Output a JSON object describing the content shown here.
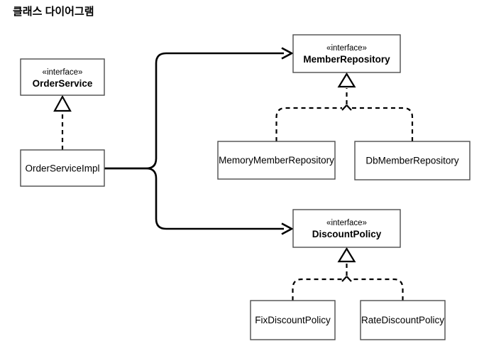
{
  "page": {
    "title": "클래스 다이어그램",
    "background": "#ffffff"
  },
  "diagram": {
    "type": "uml-class-diagram",
    "colors": {
      "line": "#000000",
      "box_border": "#4d4d4d",
      "box_fill": "#ffffff",
      "text": "#000000",
      "background": "#ffffff"
    },
    "classes": {
      "orderService": {
        "stereotype": "«interface»",
        "name": "OrderService"
      },
      "orderServiceImpl": {
        "name": "OrderServiceImpl"
      },
      "memberRepository": {
        "stereotype": "«interface»",
        "name": "MemberRepository"
      },
      "memoryMemberRepository": {
        "name": "MemoryMemberRepository"
      },
      "dbMemberRepository": {
        "name": "DbMemberRepository"
      },
      "discountPolicy": {
        "stereotype": "«interface»",
        "name": "DiscountPolicy"
      },
      "fixDiscountPolicy": {
        "name": "FixDiscountPolicy"
      },
      "rateDiscountPolicy": {
        "name": "RateDiscountPolicy"
      }
    },
    "relationships": [
      {
        "type": "realization",
        "from": "OrderServiceImpl",
        "to": "OrderService"
      },
      {
        "type": "realization",
        "from": "MemoryMemberRepository",
        "to": "MemberRepository"
      },
      {
        "type": "realization",
        "from": "DbMemberRepository",
        "to": "MemberRepository"
      },
      {
        "type": "realization",
        "from": "FixDiscountPolicy",
        "to": "DiscountPolicy"
      },
      {
        "type": "realization",
        "from": "RateDiscountPolicy",
        "to": "DiscountPolicy"
      },
      {
        "type": "dependency",
        "from": "OrderServiceImpl",
        "to": "MemberRepository"
      },
      {
        "type": "dependency",
        "from": "OrderServiceImpl",
        "to": "DiscountPolicy"
      }
    ]
  }
}
